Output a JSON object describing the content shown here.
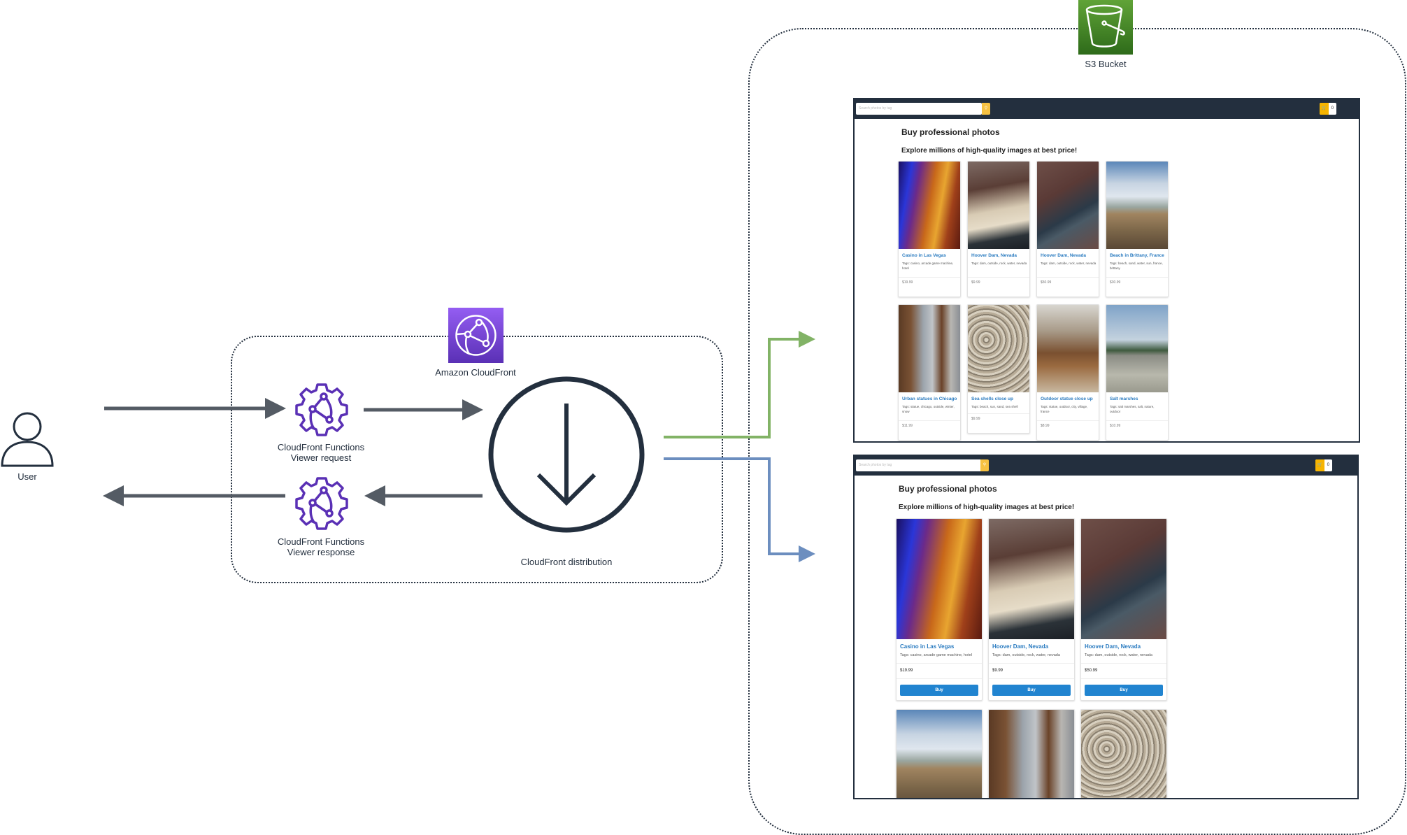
{
  "diagram": {
    "user_label": "User",
    "cloudfront_label": "Amazon CloudFront",
    "viewer_request": {
      "line1": "CloudFront Functions",
      "line2": "Viewer request"
    },
    "viewer_response": {
      "line1": "CloudFront Functions",
      "line2": "Viewer response"
    },
    "distribution_label": "CloudFront distribution",
    "s3_label": "S3 Bucket",
    "colors": {
      "cloudfront": "#8c4fff",
      "s3": "#3f8624",
      "green_path": "#82b366",
      "blue_path": "#6c8ebf",
      "arrow": "#545b64",
      "ink": "#232f3e"
    }
  },
  "shop_v1": {
    "search_placeholder": "Search photos by tag",
    "search_icon": "search-icon",
    "cart_count": "0",
    "title": "Buy professional photos",
    "subtitle": "Explore millions of high-quality images at best price!",
    "products": [
      {
        "title": "Casino in Las Vegas",
        "tags": "Tags: casino, arcade game machine, hotel",
        "price": "$19.99",
        "photo": "casino"
      },
      {
        "title": "Hoover Dam, Nevada",
        "tags": "Tags: dam, outside, rock, water, nevada",
        "price": "$9.99",
        "photo": "dam1"
      },
      {
        "title": "Hoover Dam, Nevada",
        "tags": "Tags: dam, outside, rock, water, nevada",
        "price": "$50.99",
        "photo": "dam2"
      },
      {
        "title": "Beach in Brittany, France",
        "tags": "Tags: beach, sand, water, sun, france, brittany",
        "price": "$30.99",
        "photo": "beach"
      },
      {
        "title": "Urban statues in Chicago",
        "tags": "Tags: statue, chicago, outside, winter, snow",
        "price": "$11.99",
        "photo": "statues"
      },
      {
        "title": "Sea shells close up",
        "tags": "Tags: beach, sun, sand, sea shell",
        "price": "$9.99",
        "photo": "shells"
      },
      {
        "title": "Outdoor statue close up",
        "tags": "Tags: statue, outdoor, city, village, france",
        "price": "$8.99",
        "photo": "outdoor"
      },
      {
        "title": "Salt marshes",
        "tags": "Tags: salt marshes, salt, nature, outdoor",
        "price": "$10.99",
        "photo": "salt"
      }
    ]
  },
  "shop_v2": {
    "search_placeholder": "Search photos by tag",
    "cart_count": "0",
    "title": "Buy professional photos",
    "subtitle": "Explore millions of high-quality images at best price!",
    "buy_label": "Buy",
    "products": [
      {
        "title": "Casino in Las Vegas",
        "tags": "Tags: casino, arcade game machine, hotel",
        "price": "$19.99",
        "photo": "casino"
      },
      {
        "title": "Hoover Dam, Nevada",
        "tags": "Tags: dam, outside, rock, water, nevada",
        "price": "$9.99",
        "photo": "dam1"
      },
      {
        "title": "Hoover Dam, Nevada",
        "tags": "Tags: dam, outside, rock, water, nevada",
        "price": "$50.99",
        "photo": "dam2"
      }
    ],
    "next_row_photos": [
      "beach",
      "statues",
      "shells"
    ]
  }
}
